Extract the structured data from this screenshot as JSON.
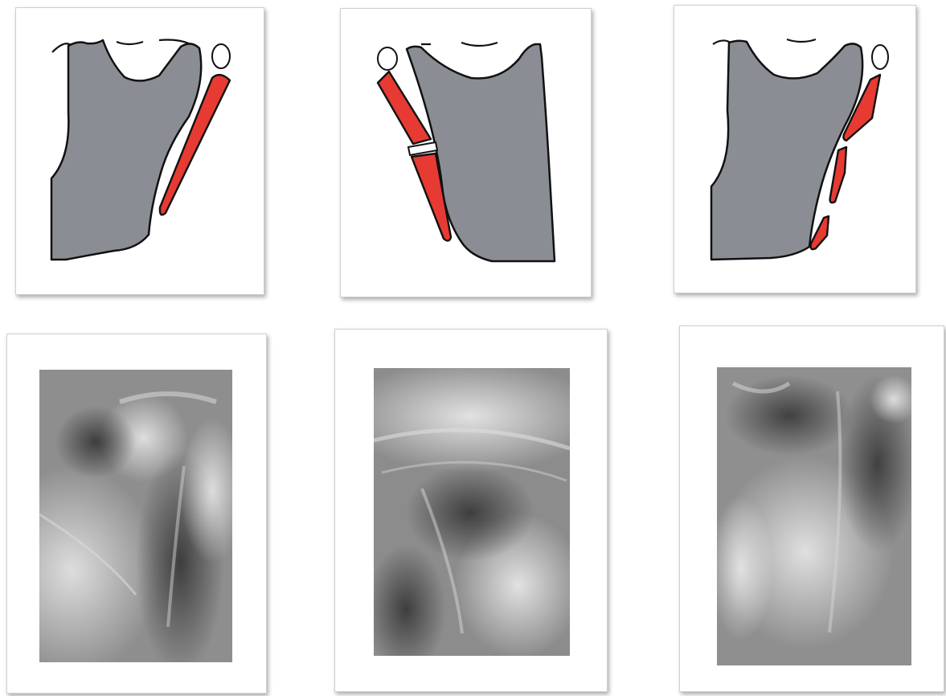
{
  "figure": {
    "top_row": [
      {
        "variant": "continuous",
        "segment_count": 1
      },
      {
        "variant": "two-segment",
        "segment_count": 2
      },
      {
        "variant": "three-segment",
        "segment_count": 3
      }
    ],
    "bottom_row": [
      {
        "type": "radiograph"
      },
      {
        "type": "radiograph"
      },
      {
        "type": "radiograph"
      }
    ]
  },
  "colors": {
    "bone_fill": "#8a8d93",
    "highlight_red": "#e63a33",
    "outline": "#111111",
    "card_background": "#ffffff"
  }
}
